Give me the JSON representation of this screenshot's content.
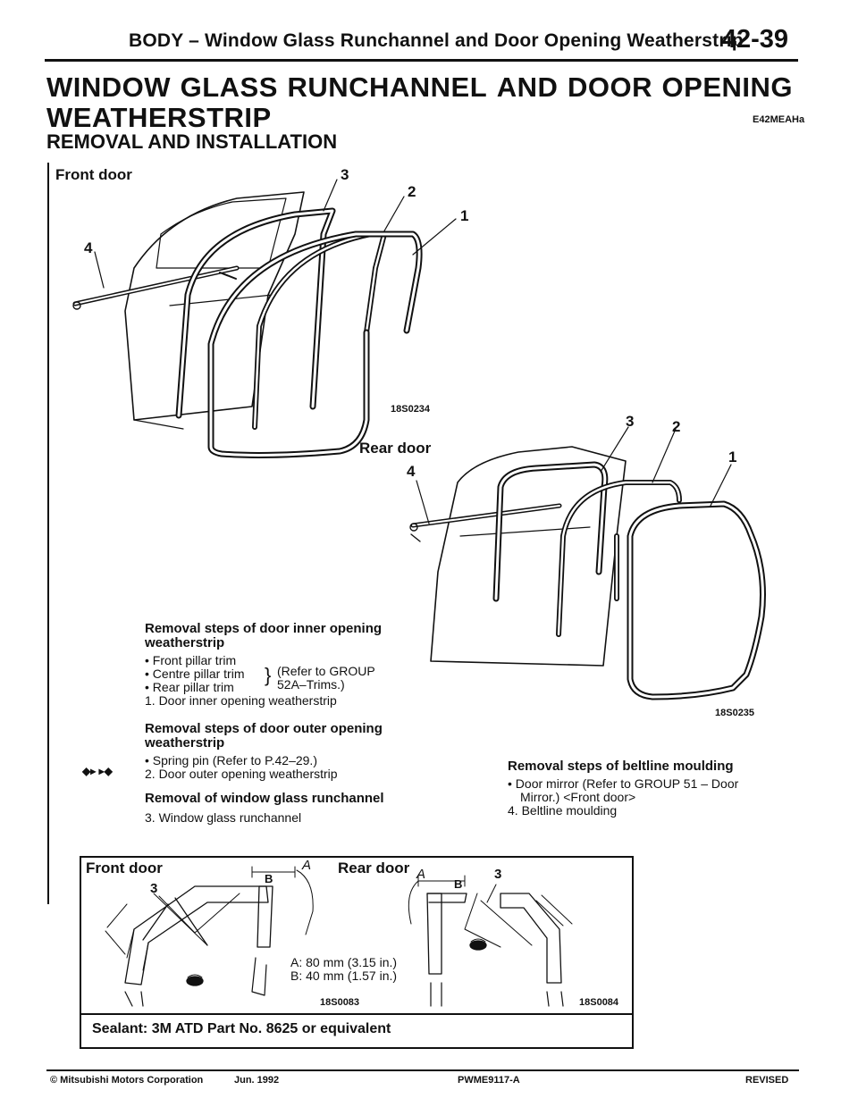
{
  "header": {
    "title": "BODY – Window Glass Runchannel and Door Opening Weatherstrip",
    "page": "42-39"
  },
  "title": {
    "words_line1": [
      "WINDOW",
      "GLASS",
      "RUNCHANNEL",
      "AND",
      "DOOR",
      "OPENING"
    ],
    "line2": "WEATHERSTRIP",
    "code": "E42MEAHa",
    "section": "REMOVAL AND INSTALLATION"
  },
  "front_fig": {
    "label": "Front door",
    "callouts": [
      "1",
      "2",
      "3",
      "4"
    ],
    "code": "18S0234"
  },
  "rear_fig": {
    "label": "Rear door",
    "callouts": [
      "1",
      "2",
      "3",
      "4"
    ],
    "code": "18S0235"
  },
  "steps_inner": {
    "heading_l1": "Removal steps of door inner opening",
    "heading_l2": "weatherstrip",
    "bullets": [
      "• Front pillar trim",
      "• Centre pillar trim",
      "• Rear pillar trim"
    ],
    "refer_l1": "(Refer to GROUP",
    "refer_l2": "52A–Trims.)",
    "item1": "1.  Door inner opening weatherstrip"
  },
  "steps_outer": {
    "heading_l1": "Removal steps of door outer opening",
    "heading_l2": "weatherstrip",
    "bullet": "• Spring pin (Refer to P.42–29.)",
    "marks": "◆▸ ▸◆",
    "item2": "2.  Door outer opening weatherstrip"
  },
  "steps_runchannel": {
    "heading": "Removal of window glass runchannel",
    "item3": "3.  Window glass runchannel"
  },
  "steps_beltline": {
    "heading": "Removal steps of beltline moulding",
    "bullet_l1": "• Door mirror (Refer to GROUP 51 – Door",
    "bullet_l2": "Mirror.) <Front door>",
    "item4": "4.  Beltline moulding"
  },
  "detail": {
    "front_label": "Front door",
    "rear_label": "Rear door",
    "letter_a": "A",
    "letter_b": "B",
    "callout3": "3",
    "dim_a": "A: 80 mm (3.15 in.)",
    "dim_b": "B: 40 mm (1.57 in.)",
    "code_left": "18S0083",
    "code_right": "18S0084",
    "sealant": "Sealant: 3M ATD Part No. 8625 or equivalent"
  },
  "footer": {
    "copyright": "© Mitsubishi Motors Corporation",
    "date": "Jun. 1992",
    "code": "PWME9117-A",
    "status": "REVISED"
  }
}
